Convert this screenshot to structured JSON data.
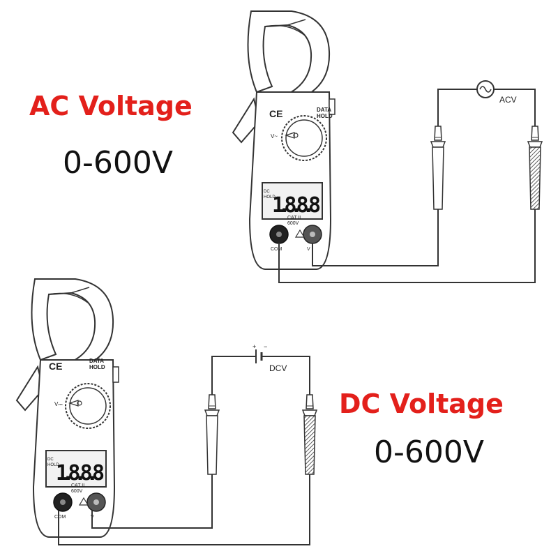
{
  "colors": {
    "heading": "#e3201b",
    "text": "#111111",
    "line": "#333333",
    "device_fill": "#ffffff",
    "lcd_fill": "#f2f2f2"
  },
  "ac": {
    "heading": "AC Voltage",
    "range": "0-600V",
    "source_label": "ACV",
    "source_icon": "ac-sine-icon"
  },
  "dc": {
    "heading": "DC Voltage",
    "range": "0-600V",
    "source_label": "DCV",
    "source_icon": "dc-battery-icon",
    "plus": "+",
    "minus": "−"
  },
  "meter": {
    "brand_mark": "CE",
    "data_hold_line1": "DATA",
    "data_hold_line2": "HOLD",
    "dial_mark": "V~",
    "dial_mark_dc": "V⎓",
    "lcd_digits": "1.8.8.8",
    "lcd_side1": "DC",
    "lcd_side2": "HOLD",
    "cat_line1": "CAT II",
    "cat_line2": "600V",
    "port_com": "COM",
    "port_v": "V"
  }
}
